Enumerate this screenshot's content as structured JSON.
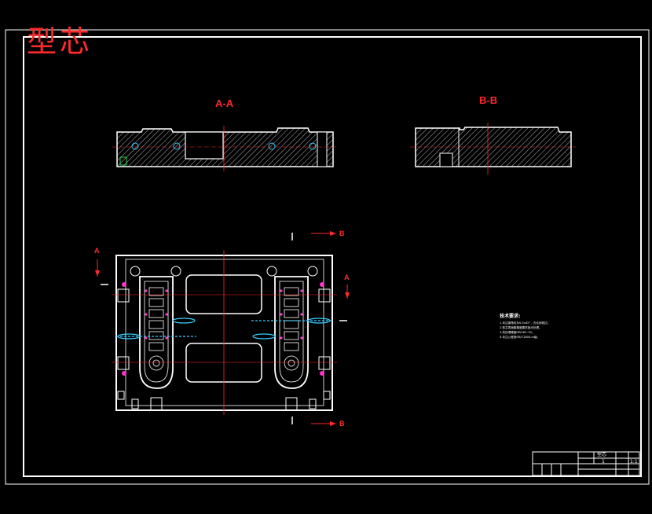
{
  "drawing": {
    "title": "型芯",
    "section_aa": "A-A",
    "section_bb": "B-B",
    "cut_markers": {
      "a": "A",
      "b": "B"
    }
  },
  "notes": {
    "title": "技术要求:",
    "items": [
      "1.未注倒角均为0.5x45°，去毛刺锐边。",
      "2.型芯表面粗糙度要求抛光处理。",
      "3.热处理硬度HRC48~52。",
      "4.未注公差按GB/T1804-m级。"
    ]
  },
  "title_block": {
    "name": "型芯",
    "scale": "1",
    "sheet": "1:1"
  },
  "colors": {
    "background": "#000000",
    "lines": "#ffffff",
    "accent": "#ff2a2a",
    "holes": "#ff33cc",
    "cyan": "#33ccff"
  }
}
